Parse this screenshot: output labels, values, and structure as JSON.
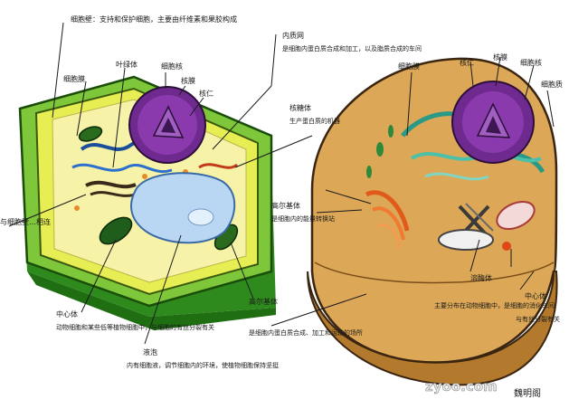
{
  "plant": {
    "cell_wall": "细胞壁：支持和保护细胞，主要由纤维素和果胶构成",
    "cell_membrane": "细胞膜",
    "chloroplast": "叶绿体",
    "nucleus": "细胞核",
    "nucleolus": "核仁",
    "nuclear_envelope": "核膜",
    "left_note": "与细胞壁…相连",
    "vacuole_title": "液泡",
    "vacuole_desc": "内有细胞液，调节细胞内的环境，使植物细胞保持坚挺",
    "central_body": "中心体",
    "central_body_desc": "动物细胞和某些低等植物细胞中，与细胞的有丝分裂有关",
    "golgi": "高尔基体",
    "golgi_desc": "是细胞内蛋白质合成、加工和运输的场所"
  },
  "animal": {
    "er_title": "内质网",
    "er_desc": "是细胞内蛋白质合成和加工，以及脂质合成的车间",
    "membrane": "细胞膜",
    "nucleolus": "核仁",
    "nuclear_envelope": "核膜",
    "nuclear_pore": "细胞核",
    "cytoplasm": "细胞质",
    "ribosome_title": "核糖体",
    "ribosome_desc": "生产蛋白质的机器",
    "mito_title": "高尔基体",
    "mito_desc": "是细胞内的能量转换站",
    "lysosome_title": "溶酶体",
    "lysosome_desc": "主要分布在动物细胞中，是细胞的消化车间",
    "centrosome_title": "中心体",
    "centrosome_desc": "与有丝分裂有关"
  },
  "watermark": "zyoo.com",
  "signature": "魏明阁"
}
